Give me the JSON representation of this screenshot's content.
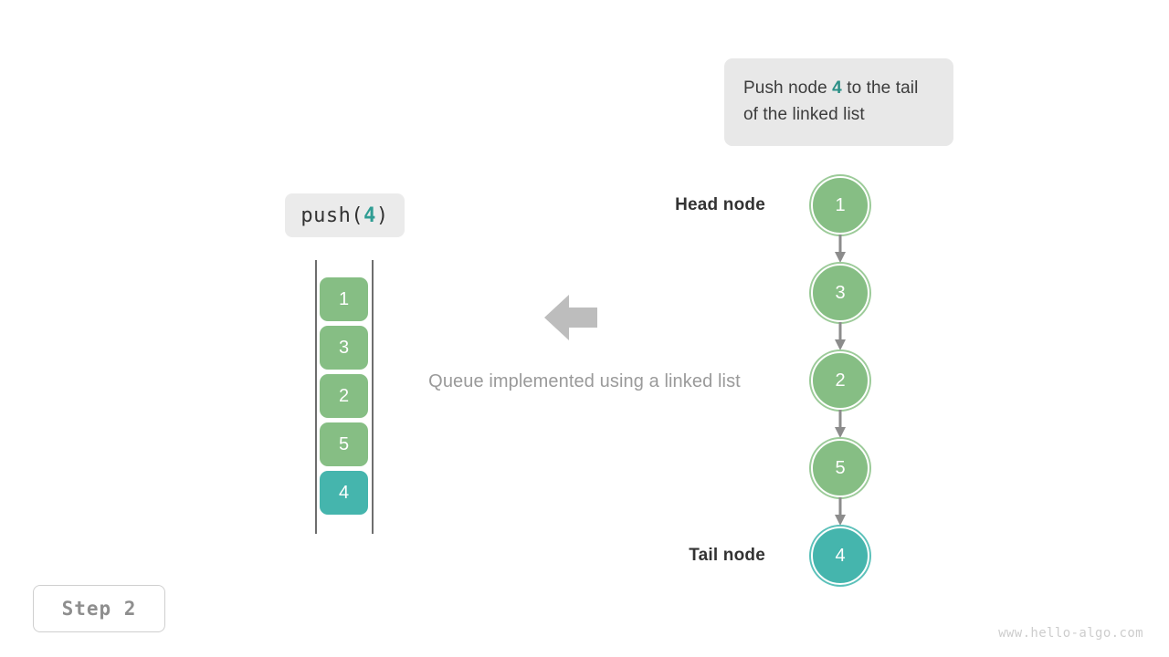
{
  "callout": {
    "prefix": "Push node ",
    "value": "4",
    "suffix": " to the tail of the linked list"
  },
  "operation": {
    "name": "push(",
    "arg": "4",
    "close": ")"
  },
  "queue": {
    "cells": [
      {
        "value": "1",
        "style": "green"
      },
      {
        "value": "3",
        "style": "green"
      },
      {
        "value": "2",
        "style": "green"
      },
      {
        "value": "5",
        "style": "green"
      },
      {
        "value": "4",
        "style": "teal"
      }
    ]
  },
  "center": {
    "caption": "Queue implemented using a linked list",
    "arrow_icon": "arrow-left-icon"
  },
  "linked_list": {
    "head_label": "Head node",
    "tail_label": "Tail node",
    "nodes": [
      {
        "value": "1",
        "style": "green"
      },
      {
        "value": "3",
        "style": "green"
      },
      {
        "value": "2",
        "style": "green"
      },
      {
        "value": "5",
        "style": "green"
      },
      {
        "value": "4",
        "style": "teal"
      }
    ]
  },
  "step": {
    "label": "Step 2"
  },
  "watermark": {
    "text": "www.hello-algo.com"
  },
  "colors": {
    "green": "#86be84",
    "teal": "#45b5ad",
    "accent_text": "#2a8f86",
    "gray_line": "#8c8c8c",
    "callout_bg": "#e8e8e8"
  }
}
